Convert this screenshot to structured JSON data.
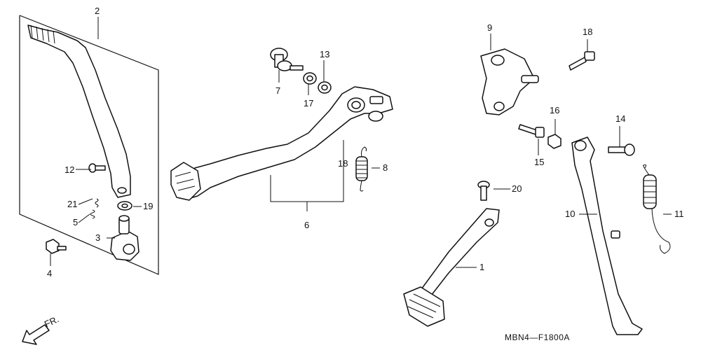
{
  "diagram": {
    "callouts": {
      "c1": "1",
      "c2": "2",
      "c3": "3",
      "c4": "4",
      "c5": "5",
      "c6": "6",
      "c7": "7",
      "c8": "8",
      "c9": "9",
      "c10": "10",
      "c11": "11",
      "c12": "12",
      "c13": "13",
      "c14": "14",
      "c15": "15",
      "c16": "16",
      "c17": "17",
      "c18a": "18",
      "c18b": "18",
      "c19": "19",
      "c20": "20",
      "c21": "21"
    },
    "direction_label": "FR.",
    "drawing_code": "MBN4—F1800A"
  }
}
